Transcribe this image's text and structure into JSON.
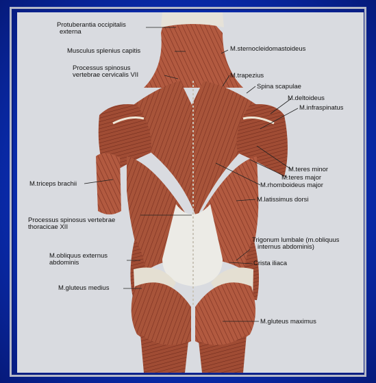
{
  "labels": {
    "protuberantia": [
      "Protuberantia occipitalis",
      "externa"
    ],
    "splenius": "Musculus splenius capitis",
    "processus_vii": [
      "Processus spinosus",
      "vertebrae cervicalis VII"
    ],
    "sternocleido": "M.sternocleidomastoideus",
    "trapezius": "M.trapezius",
    "spina": "Spina scapulae",
    "deltoideus": "M.deltoideus",
    "infraspinatus": "M.infraspinatus",
    "teres_minor": "M.teres minor",
    "teres_major": "M.teres major",
    "rhomboideus": "M.rhomboideus major",
    "triceps": "M.triceps brachii",
    "latissimus": "M.latissimus dorsi",
    "processus_xii": [
      "Processus spinosus vertebrae",
      "thoracicae XII"
    ],
    "trigonum": [
      "Trigonum lumbale (m.obliquus",
      "internus abdominis)"
    ],
    "obliquus": [
      "M.obliquus externus",
      "abdominis"
    ],
    "crista": "Crista iliaca",
    "gluteus_medius": "M.gluteus medius",
    "gluteus_maximus": "M.gluteus maximus"
  },
  "colors": {
    "background": "#0a2fb8",
    "panel": "#d9dbe0",
    "muscle": "#a8543a",
    "muscle_dark": "#7a2f20",
    "tendon": "#e8e4da"
  }
}
